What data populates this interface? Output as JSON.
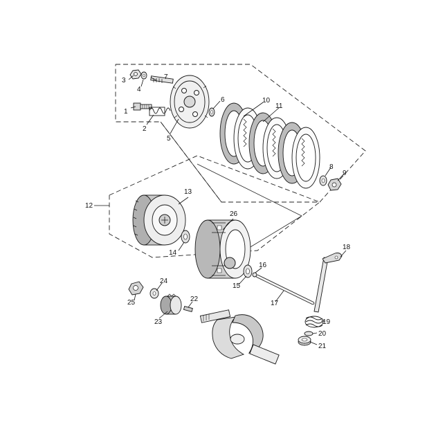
{
  "callouts": [
    {
      "id": "c1",
      "label": "1"
    },
    {
      "id": "c2",
      "label": "2"
    },
    {
      "id": "c3",
      "label": "3"
    },
    {
      "id": "c4",
      "label": "4"
    },
    {
      "id": "c5",
      "label": "5"
    },
    {
      "id": "c6",
      "label": "6"
    },
    {
      "id": "c7",
      "label": "7"
    },
    {
      "id": "c8",
      "label": "8"
    },
    {
      "id": "c9",
      "label": "9"
    },
    {
      "id": "c10",
      "label": "10"
    },
    {
      "id": "c11",
      "label": "11"
    },
    {
      "id": "c12",
      "label": "12"
    },
    {
      "id": "c13",
      "label": "13"
    },
    {
      "id": "c14",
      "label": "14"
    },
    {
      "id": "c15",
      "label": "15"
    },
    {
      "id": "c16",
      "label": "16"
    },
    {
      "id": "c17",
      "label": "17"
    },
    {
      "id": "c18",
      "label": "18"
    },
    {
      "id": "c19",
      "label": "19"
    },
    {
      "id": "c20",
      "label": "20"
    },
    {
      "id": "c21",
      "label": "21"
    },
    {
      "id": "c22",
      "label": "22"
    },
    {
      "id": "c23",
      "label": "23"
    },
    {
      "id": "c24",
      "label": "24"
    },
    {
      "id": "c25",
      "label": "25"
    },
    {
      "id": "c26",
      "label": "26"
    }
  ],
  "colors": {
    "line": "#1a1a1a",
    "fill_light": "#f2f2f2",
    "fill_mid": "#d9d9d9",
    "fill_dark": "#9a9a9a"
  }
}
